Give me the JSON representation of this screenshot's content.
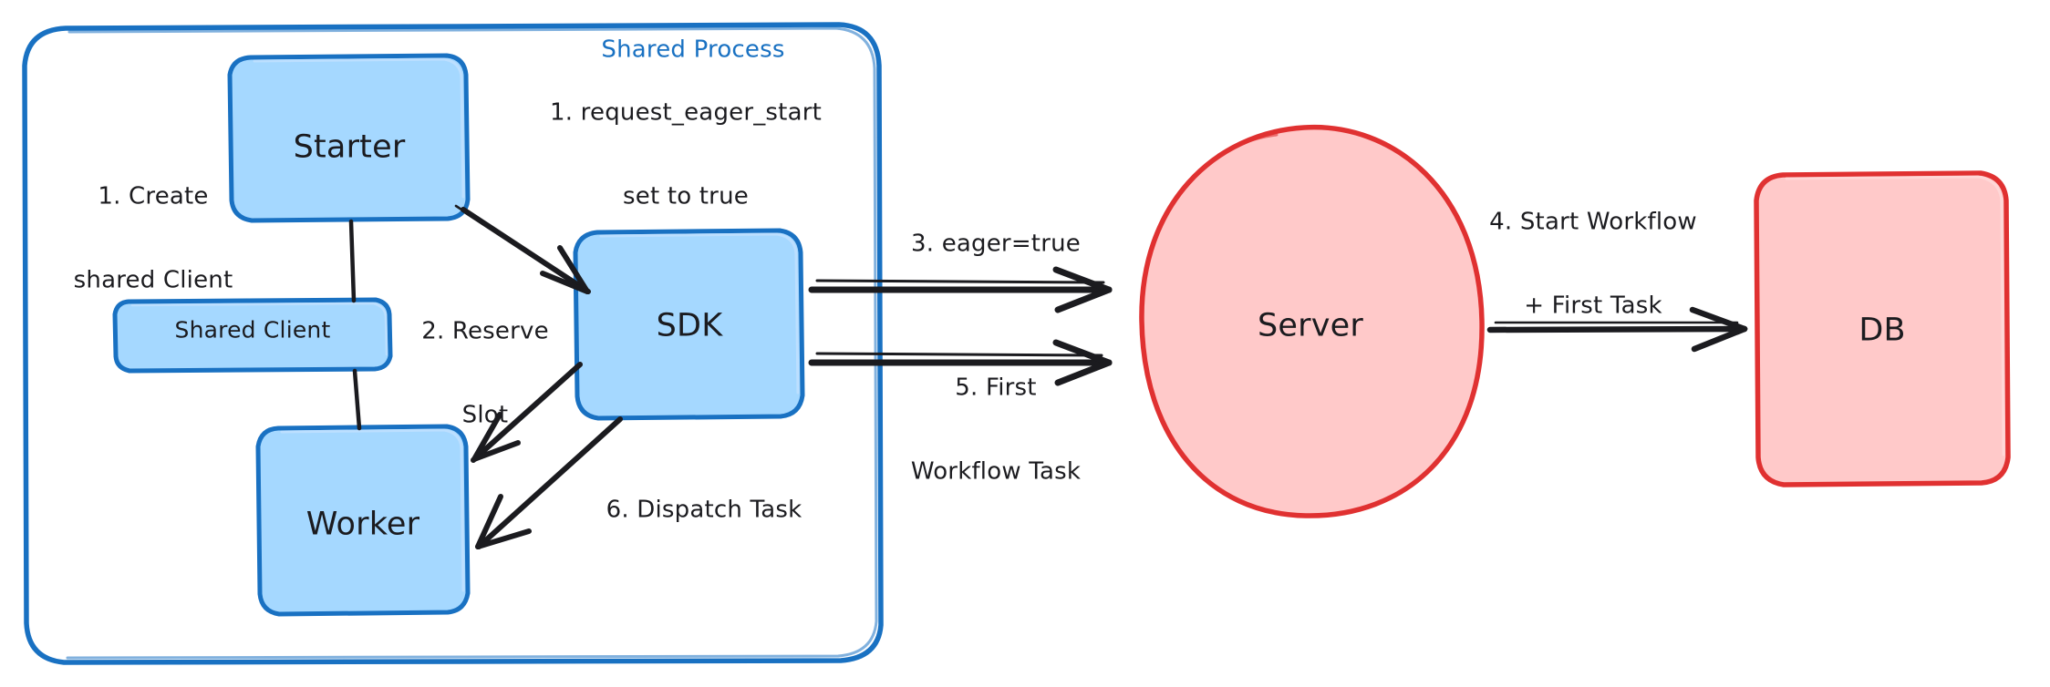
{
  "diagram": {
    "title": "Eager Workflow Start flow",
    "style": "hand-drawn",
    "background": "#ffffff",
    "colors": {
      "blue_stroke": "#1971c2",
      "blue_fill": "#a5d8ff",
      "red_stroke": "#e03131",
      "red_fill": "#ffc9c9",
      "arrow_stroke": "#1b1b1f",
      "text": "#1b1b1f"
    }
  },
  "groups": [
    {
      "id": "shared-process",
      "label": "Shared Process",
      "stroke": "#1971c2",
      "fill": "transparent"
    }
  ],
  "nodes": [
    {
      "id": "starter",
      "label": "Starter",
      "shape": "rounded-rect",
      "stroke": "#1971c2",
      "fill": "#a5d8ff"
    },
    {
      "id": "shared-client",
      "label": "Shared Client",
      "shape": "rounded-rect",
      "stroke": "#1971c2",
      "fill": "#a5d8ff"
    },
    {
      "id": "worker",
      "label": "Worker",
      "shape": "rounded-rect",
      "stroke": "#1971c2",
      "fill": "#a5d8ff"
    },
    {
      "id": "sdk",
      "label": "SDK",
      "shape": "rounded-rect",
      "stroke": "#1971c2",
      "fill": "#a5d8ff"
    },
    {
      "id": "server",
      "label": "Server",
      "shape": "ellipse",
      "stroke": "#e03131",
      "fill": "#ffc9c9"
    },
    {
      "id": "db",
      "label": "DB",
      "shape": "rounded-rect",
      "stroke": "#e03131",
      "fill": "#ffc9c9"
    }
  ],
  "edges": [
    {
      "id": "e1",
      "from": "starter",
      "to": "sdk",
      "label": "1. request_eager_start\nset to true",
      "arrow": true
    },
    {
      "id": "e2",
      "from": "starter",
      "to": "shared-client",
      "label": "1. Create\nshared Client",
      "arrow": false
    },
    {
      "id": "e3",
      "from": "shared-client",
      "to": "worker",
      "label": "",
      "arrow": false
    },
    {
      "id": "e4",
      "from": "sdk",
      "to": "worker",
      "label": "2. Reserve\nSlot",
      "arrow": true
    },
    {
      "id": "e5",
      "from": "sdk",
      "to": "worker",
      "label": "6. Dispatch Task",
      "arrow": true
    },
    {
      "id": "e6",
      "from": "sdk",
      "to": "server",
      "label": "3. eager=true",
      "arrow": true
    },
    {
      "id": "e7",
      "from": "server",
      "to": "sdk",
      "label": "5. First\nWorkflow Task",
      "arrow": true
    },
    {
      "id": "e8",
      "from": "server",
      "to": "db",
      "label": "4. Start Workflow\n+ First Task",
      "arrow": true
    }
  ],
  "labels": {
    "shared_process": "Shared Process",
    "starter": "Starter",
    "shared_client": "Shared Client",
    "worker": "Worker",
    "sdk": "SDK",
    "server": "Server",
    "db": "DB",
    "step1_request": "1. request_eager_start",
    "step1_request_line2": "set to true",
    "step1_create": "1. Create",
    "step1_create_line2": "shared Client",
    "step2_reserve": "2. Reserve",
    "step2_reserve_line2": "Slot",
    "step3_eager": "3. eager=true",
    "step4_start": "4. Start Workflow",
    "step4_start_line2": "+ First Task",
    "step5_first": "5. First",
    "step5_first_line2": "Workflow Task",
    "step6_dispatch": "6. Dispatch Task"
  }
}
